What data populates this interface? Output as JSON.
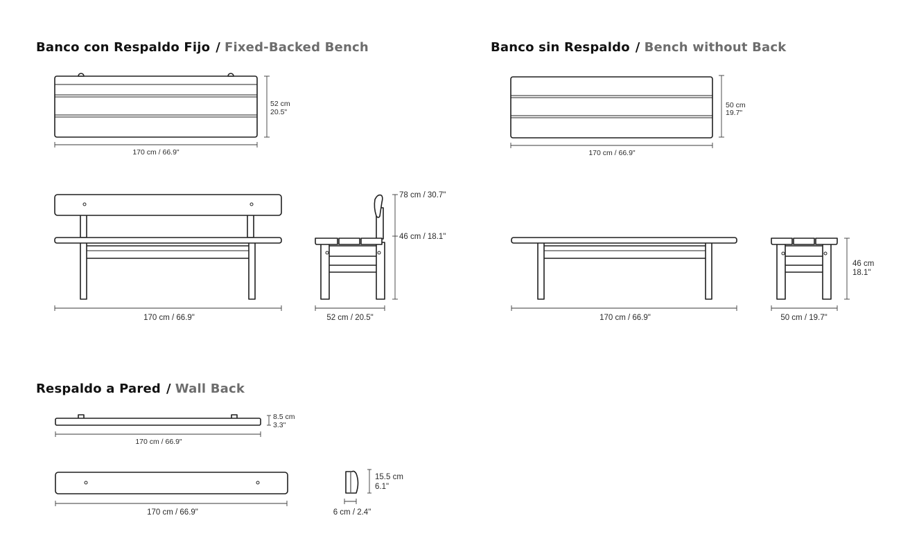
{
  "sections": {
    "fixed_backed": {
      "title_es": "Banco con Respaldo Fijo",
      "separator": "/",
      "title_en": "Fixed-Backed Bench"
    },
    "no_back": {
      "title_es": "Banco sin Respaldo",
      "separator": "/",
      "title_en": "Bench without Back"
    },
    "wall_back": {
      "title_es": "Respaldo a Pared",
      "separator": "/",
      "title_en": "Wall Back"
    }
  },
  "dimensions": {
    "fb_top_depth_cm": "52 cm",
    "fb_top_depth_in": "20.5\"",
    "fb_top_width": "170 cm / 66.9\"",
    "fb_total_height": "78 cm / 30.7\"",
    "fb_seat_height": "46 cm / 18.1\"",
    "fb_front_width": "170 cm / 66.9\"",
    "fb_side_depth": "52 cm / 20.5\"",
    "nb_top_depth_cm": "50 cm",
    "nb_top_depth_in": "19.7\"",
    "nb_top_width": "170 cm / 66.9\"",
    "nb_front_width": "170 cm / 66.9\"",
    "nb_side_depth": "50 cm / 19.7\"",
    "nb_height_cm": "46 cm",
    "nb_height_in": "18.1\"",
    "wb_top_depth_cm": "8.5 cm",
    "wb_top_depth_in": "3.3\"",
    "wb_top_width": "170 cm / 66.9\"",
    "wb_front_width": "170 cm / 66.9\"",
    "wb_side_height_cm": "15.5 cm",
    "wb_side_height_in": "6.1\"",
    "wb_side_depth": "6 cm / 2.4\""
  }
}
